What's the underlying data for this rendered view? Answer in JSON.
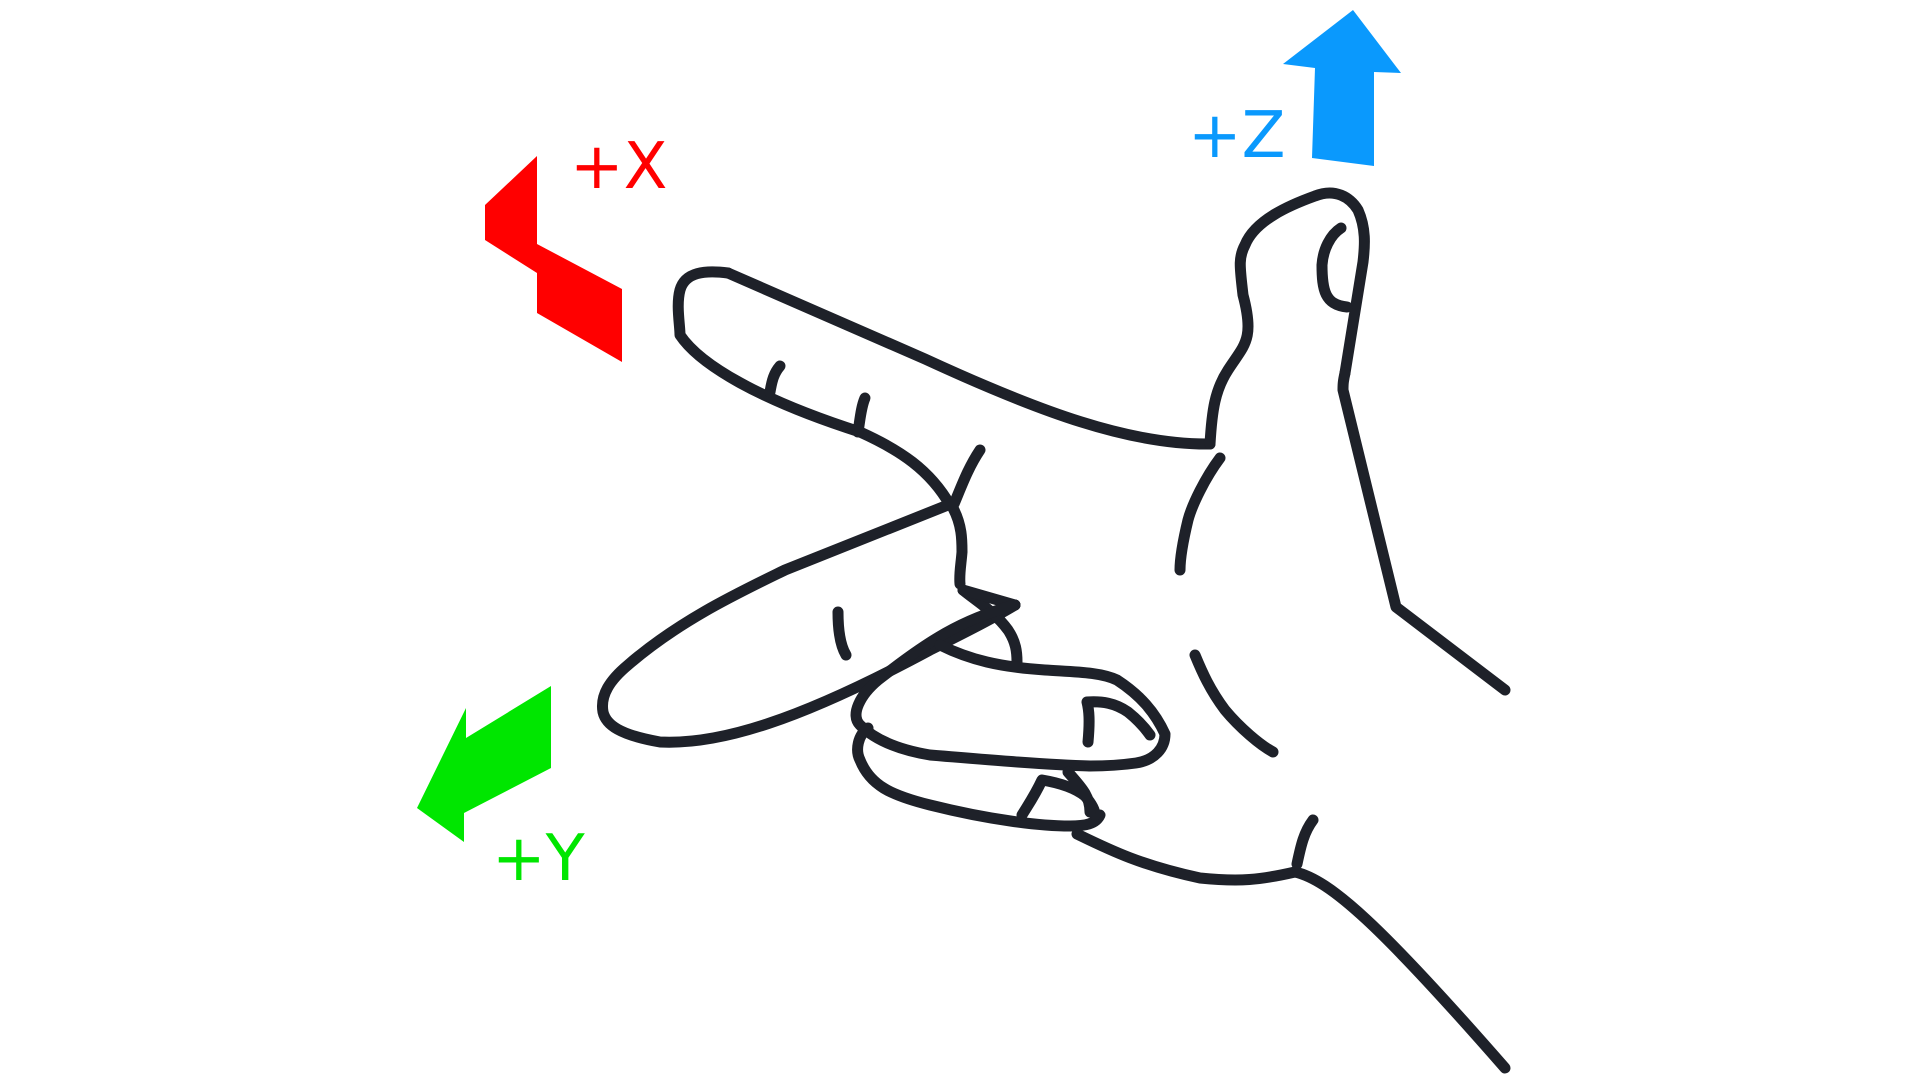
{
  "axes": {
    "x": {
      "label": "+X",
      "color": "#ff0000"
    },
    "y": {
      "label": "+Y",
      "color": "#00e600"
    },
    "z": {
      "label": "+Z",
      "color": "#0a99fd"
    }
  },
  "hand_color": "#1e2129"
}
